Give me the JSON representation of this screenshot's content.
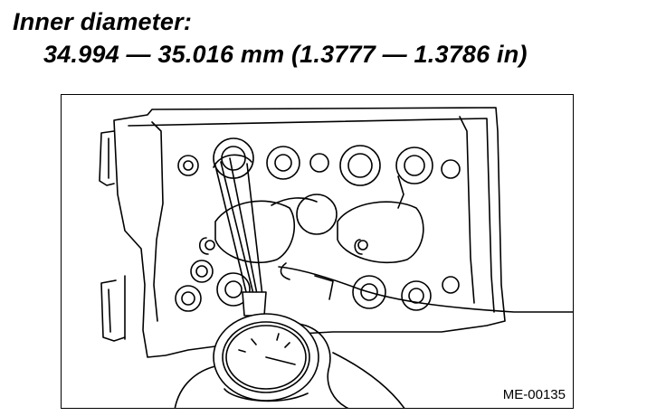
{
  "heading": "Inner diameter:",
  "spec": "34.994 — 35.016 mm (1.3777 — 1.3786 in)",
  "figure": {
    "id": "ME-00135"
  }
}
